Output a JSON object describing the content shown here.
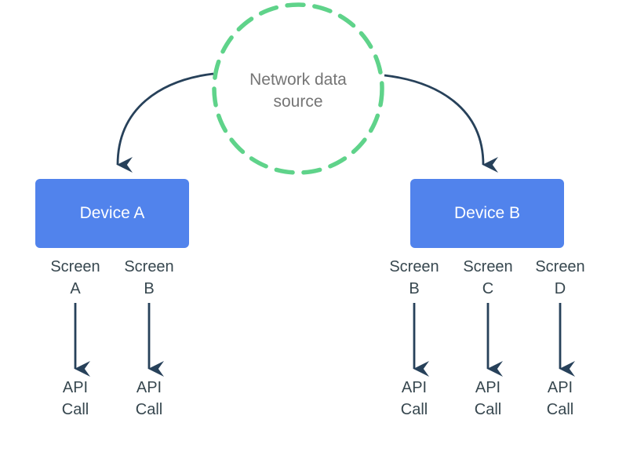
{
  "diagram_title": "Network data source fan-out to device screens and API calls",
  "colors": {
    "circle_green": "#5fd38a",
    "device_blue": "#5183ec",
    "device_text": "#ffffff",
    "label_dark": "#37474f",
    "arrow_dark": "#27415a",
    "source_text": "#757575"
  },
  "network_source": {
    "label": "Network data\nsource"
  },
  "device_a": {
    "label": "Device A",
    "screens": [
      {
        "label": "Screen\nA",
        "api": "API\nCall"
      },
      {
        "label": "Screen\nB",
        "api": "API\nCall"
      }
    ]
  },
  "device_b": {
    "label": "Device B",
    "screens": [
      {
        "label": "Screen\nB",
        "api": "API\nCall"
      },
      {
        "label": "Screen\nC",
        "api": "API\nCall"
      },
      {
        "label": "Screen\nD",
        "api": "API\nCall"
      }
    ]
  }
}
